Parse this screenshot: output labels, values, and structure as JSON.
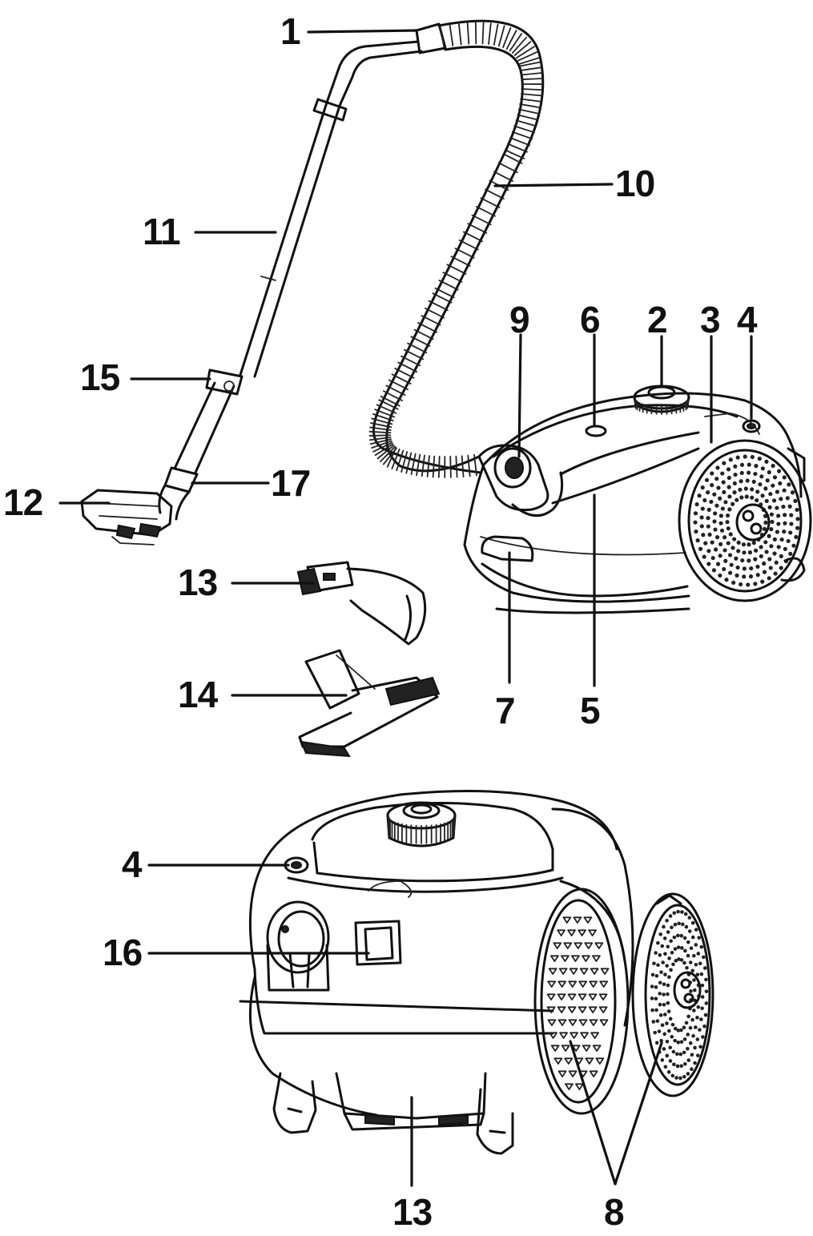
{
  "callouts": {
    "c1": "1",
    "c2": "2",
    "c3": "3",
    "c4_top": "4",
    "c4_bottom": "4",
    "c5": "5",
    "c6": "6",
    "c7": "7",
    "c8": "8",
    "c9": "9",
    "c10": "10",
    "c11": "11",
    "c12": "12",
    "c13_top": "13",
    "c13_bottom": "13",
    "c14": "14",
    "c15": "15",
    "c16": "16",
    "c17": "17"
  },
  "colors": {
    "ink": "#111111",
    "paper": "#ffffff"
  }
}
